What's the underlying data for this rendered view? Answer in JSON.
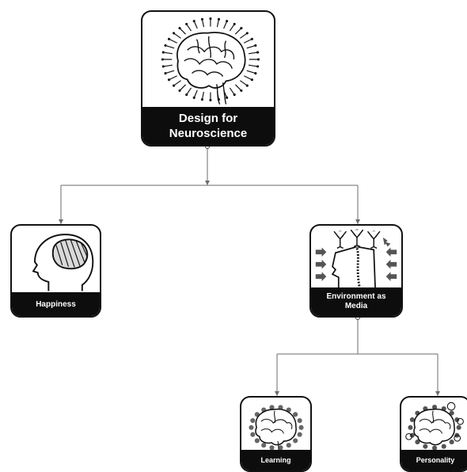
{
  "diagram": {
    "root": {
      "label": "Design for\nNeuroscience",
      "icon": "brain-radiating-icon"
    },
    "children": [
      {
        "id": "happiness",
        "label": "Happiness",
        "icon": "head-profile-brain-icon"
      },
      {
        "id": "environment",
        "label": "Environment as\nMedia",
        "icon": "head-with-figures-icon"
      }
    ],
    "grandchildren": [
      {
        "id": "learning",
        "label": "Learning",
        "icon": "brain-with-spikes-icon"
      },
      {
        "id": "personality",
        "label": "Personality",
        "icon": "brain-with-symbols-icon"
      }
    ],
    "colors": {
      "line": "#6b6b6b",
      "node_border": "#111111",
      "label_bg": "#0d0d0d",
      "label_text": "#ffffff"
    }
  }
}
